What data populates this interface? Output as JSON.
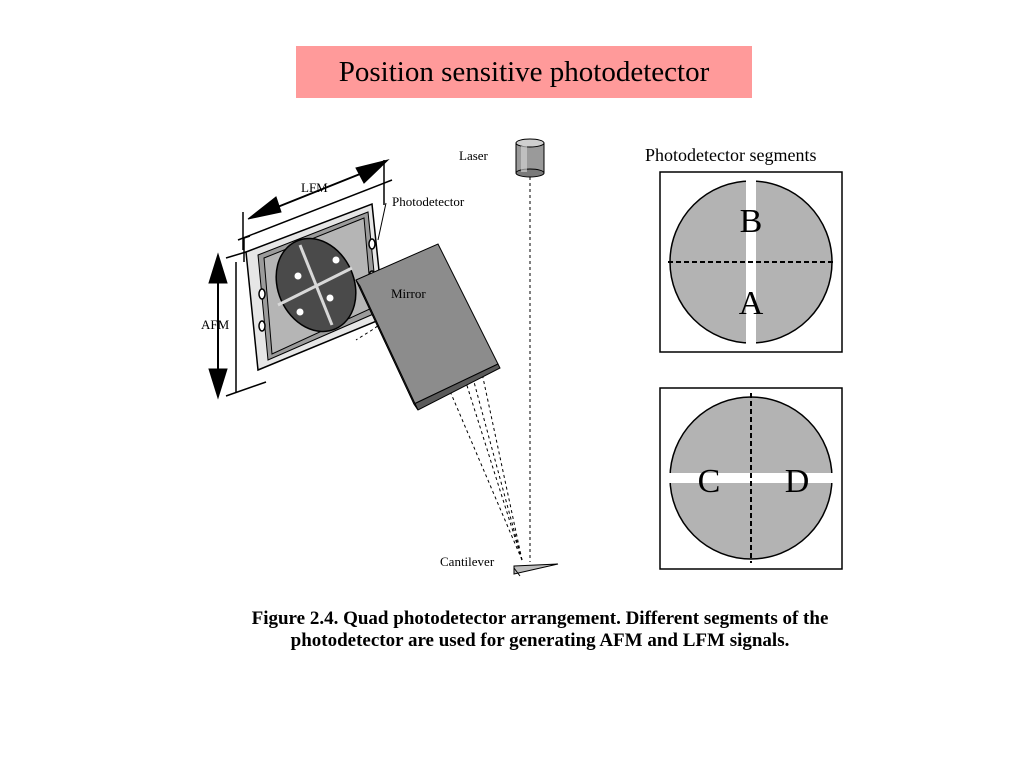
{
  "slide": {
    "title": "Position sensitive photodetector"
  },
  "figure": {
    "labels": {
      "laser": "Laser",
      "photodetector": "Photodetector",
      "mirror": "Mirror",
      "lfm": "LFM",
      "afm": "AFM",
      "cantilever": "Cantilever"
    },
    "segments_title": "Photodetector segments",
    "vertical_split_segments": {
      "top": "B",
      "bottom": "A"
    },
    "horizontal_split_segments": {
      "left": "C",
      "right": "D"
    },
    "caption_line1": "Figure 2.4. Quad photodetector arrangement. Different segments of the",
    "caption_line2": "photodetector are used for generating AFM and LFM signals."
  },
  "colors": {
    "title_background": "#ff9a9a",
    "segment_fill": "#b3b3b3",
    "detector_dark": "#4a4a4a",
    "mirror_fill": "#8c8c8c"
  }
}
